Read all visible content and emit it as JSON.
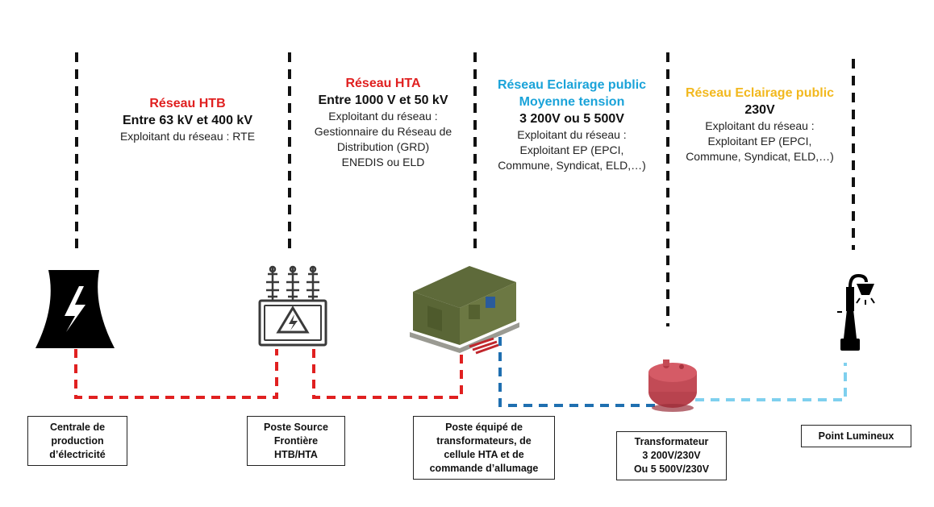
{
  "colors": {
    "htb": "#e02020",
    "hta": "#e02020",
    "ep_mt": "#1aa3d9",
    "ep_bt": "#f2b81e",
    "line_red": "#e02020",
    "line_darkblue": "#1f6fb0",
    "line_lightblue": "#7fd0ee",
    "divider": "#111111"
  },
  "zones": [
    {
      "title": "Réseau HTB",
      "voltage": "Entre 63 kV et 400 kV",
      "operator": [
        "Exploitant du réseau : RTE"
      ]
    },
    {
      "title": "Réseau HTA",
      "voltage": "Entre 1000 V et 50 kV",
      "operator": [
        "Exploitant du réseau :",
        "Gestionnaire du Réseau de",
        "Distribution (GRD)",
        "ENEDIS ou ELD"
      ]
    },
    {
      "title_lines": [
        "Réseau Eclairage public",
        "Moyenne tension"
      ],
      "voltage": "3 200V ou 5 500V",
      "operator": [
        "Exploitant du réseau :",
        "Exploitant EP (EPCI,",
        "Commune, Syndicat, ELD,…)"
      ]
    },
    {
      "title": "Réseau Eclairage public",
      "voltage": "230V",
      "operator": [
        "Exploitant du réseau :",
        "Exploitant EP (EPCI,",
        "Commune, Syndicat, ELD,…)"
      ]
    }
  ],
  "nodes": [
    {
      "label": [
        "Centrale de",
        "production",
        "d’électricité"
      ],
      "icon": "power-plant-icon"
    },
    {
      "label": [
        "Poste Source",
        "Frontière",
        "HTB/HTA"
      ],
      "icon": "substation-transformer-icon"
    },
    {
      "label": [
        "Poste équipé de",
        "transformateurs, de",
        "cellule HTA et de",
        "commande d’allumage"
      ],
      "icon": "equipped-substation-icon"
    },
    {
      "label": [
        "Transformateur",
        "3 200V/230V",
        "Ou 5 500V/230V"
      ],
      "icon": "lighting-transformer-icon"
    },
    {
      "label": [
        "Point Lumineux"
      ],
      "icon": "street-lamp-icon"
    }
  ]
}
